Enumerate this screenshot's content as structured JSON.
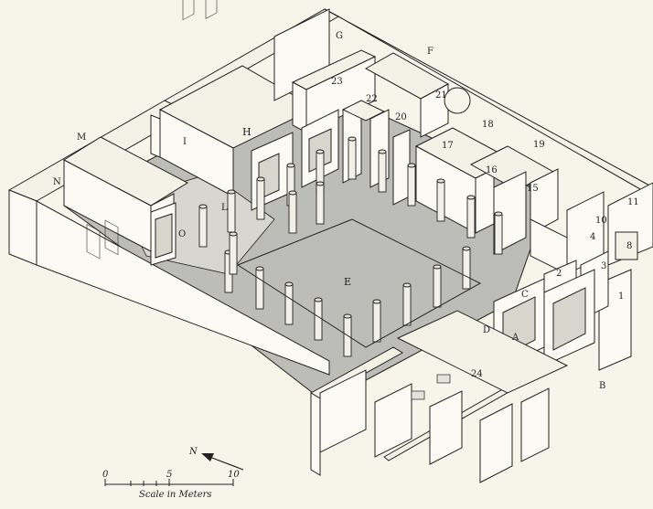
{
  "room_labels": {
    "A": "A",
    "B": "B",
    "C": "C",
    "D": "D",
    "E": "E",
    "F": "F",
    "G": "G",
    "H": "H",
    "I": "I",
    "L": "L",
    "M": "M",
    "N": "N",
    "O": "O",
    "r1": "1",
    "r2": "2",
    "r3": "3",
    "r4": "4",
    "r8": "8",
    "r10": "10",
    "r11": "11",
    "r15": "15",
    "r16": "16",
    "r17": "17",
    "r18": "18",
    "r19": "19",
    "r20": "20",
    "r21": "21",
    "r22": "22",
    "r23": "23",
    "r24": "24"
  },
  "north_arrow": {
    "label": "N"
  },
  "scale_bar": {
    "ticks": [
      "0",
      "5",
      "10"
    ],
    "caption": "Scale in Meters"
  },
  "colors": {
    "ink": "#222222",
    "paper": "#f7f4ea",
    "floor": "#bcbcb8"
  }
}
